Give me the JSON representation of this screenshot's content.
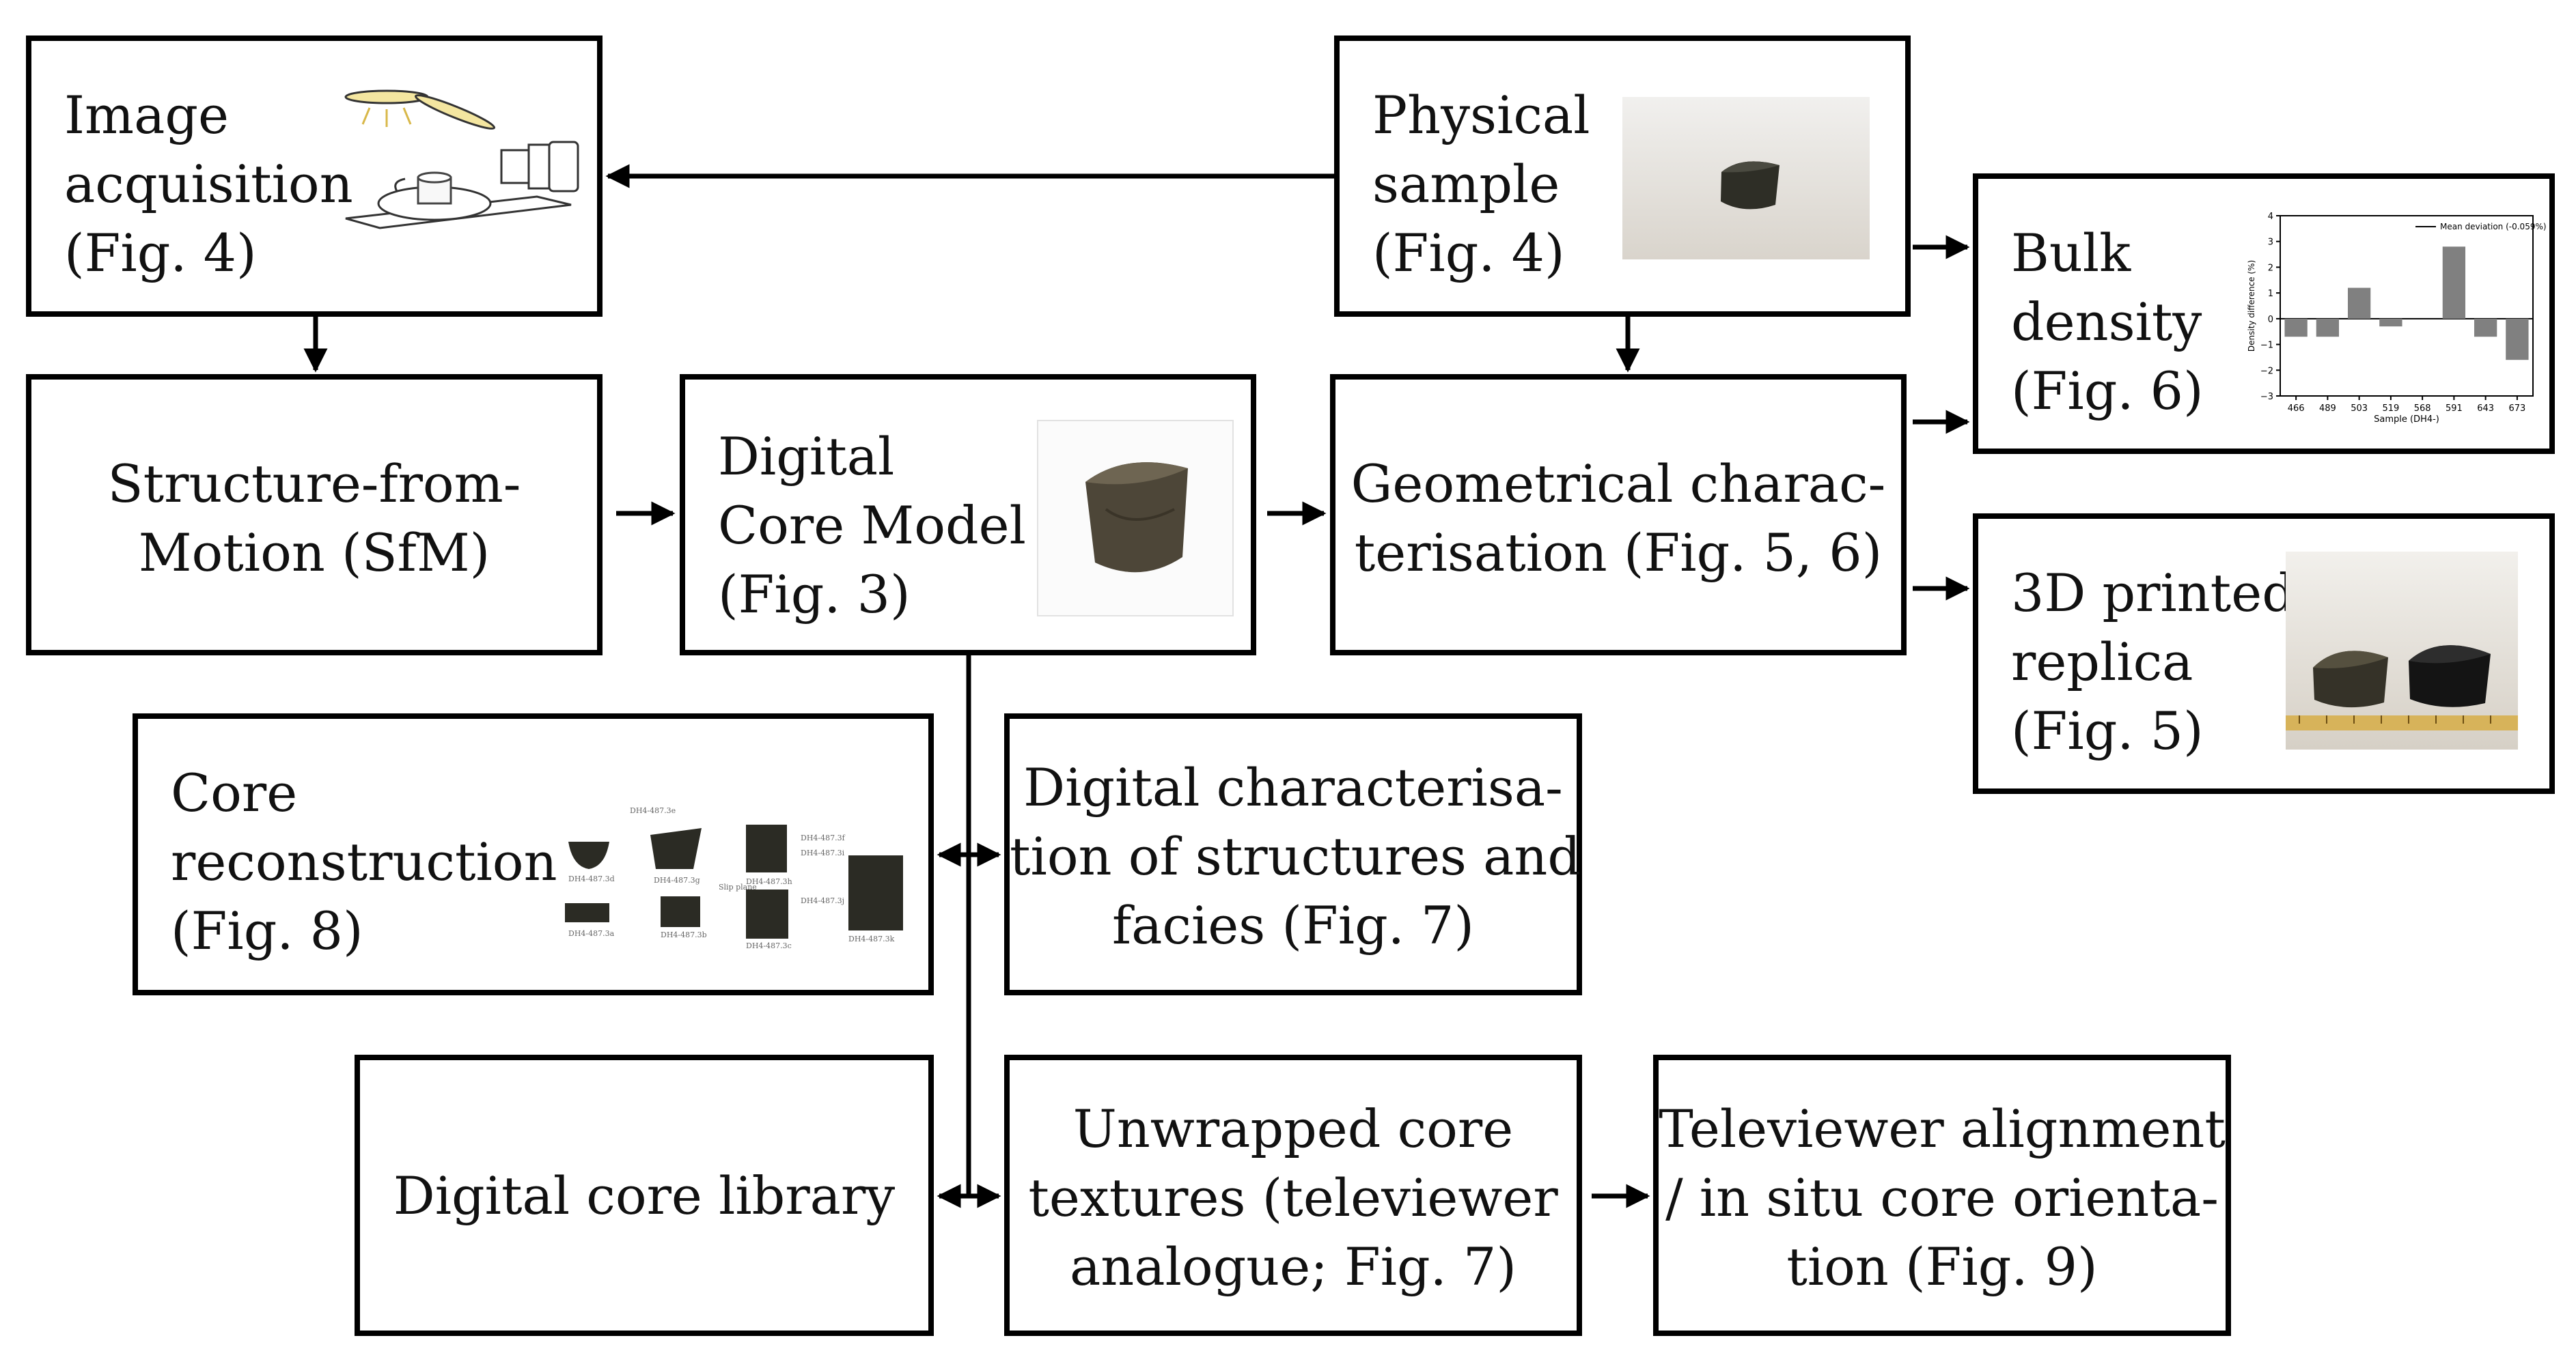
{
  "boxes": {
    "image_acquisition": {
      "lines": [
        "Image",
        "acquisition",
        "(Fig. 4)"
      ]
    },
    "physical_sample": {
      "lines": [
        "Physical",
        "sample",
        "(Fig. 4)"
      ]
    },
    "bulk_density": {
      "lines": [
        "Bulk",
        "density",
        "(Fig. 6)"
      ]
    },
    "sfm": {
      "lines": [
        "Structure-from-",
        "Motion (SfM)"
      ]
    },
    "digital_core_model": {
      "lines": [
        "Digital",
        "Core Model",
        "(Fig. 3)"
      ]
    },
    "geometrical": {
      "lines": [
        "Geometrical charac-",
        "terisation (Fig. 5, 6)"
      ]
    },
    "printed_replica": {
      "lines": [
        "3D printed",
        "replica",
        "(Fig. 5)"
      ]
    },
    "core_reconstruction": {
      "lines": [
        "Core",
        "reconstruction",
        "(Fig. 8)"
      ]
    },
    "digital_characterisation": {
      "lines": [
        "Digital characterisa-",
        "tion of structures and",
        "facies (Fig. 7)"
      ]
    },
    "digital_core_library": {
      "lines": [
        "Digital core library"
      ]
    },
    "unwrapped_textures": {
      "lines": [
        "Unwrapped core",
        "textures (televiewer",
        "analogue; Fig. 7)"
      ]
    },
    "televiewer_alignment": {
      "lines": [
        "Televiewer alignment",
        "/ in situ core orienta-",
        "tion (Fig. 9)"
      ]
    }
  },
  "bulk_density_chart": {
    "legend": "Mean deviation (-0.059%)",
    "ylabel": "Density difference (%)",
    "xlabel": "Sample (DH4-)",
    "yticks": [
      "4",
      "3",
      "2",
      "1",
      "0",
      "−1",
      "−2",
      "−3"
    ],
    "xticks": [
      "466",
      "489",
      "503",
      "519",
      "568",
      "591",
      "643",
      "673"
    ],
    "values": [
      -0.7,
      -0.7,
      1.2,
      -0.3,
      0,
      2.8,
      -0.7,
      -1.6
    ],
    "ylim": [
      -3,
      4
    ],
    "bar_color": "#808080"
  },
  "reconstruction_labels": [
    "DH4-487.3e",
    "DH4-487.3d",
    "DH4-487.3g",
    "DH4-487.3h",
    "DH4-487.3f",
    "DH4-487.3a",
    "DH4-487.3b",
    "DH4-487.3c",
    "Slip plane",
    "DH4-487.3i",
    "DH4-487.3j",
    "DH4-487.3k"
  ],
  "colors": {
    "line": "#000000",
    "core_dark": "#2b2b24",
    "photo_bg": "#e9e6e1"
  }
}
